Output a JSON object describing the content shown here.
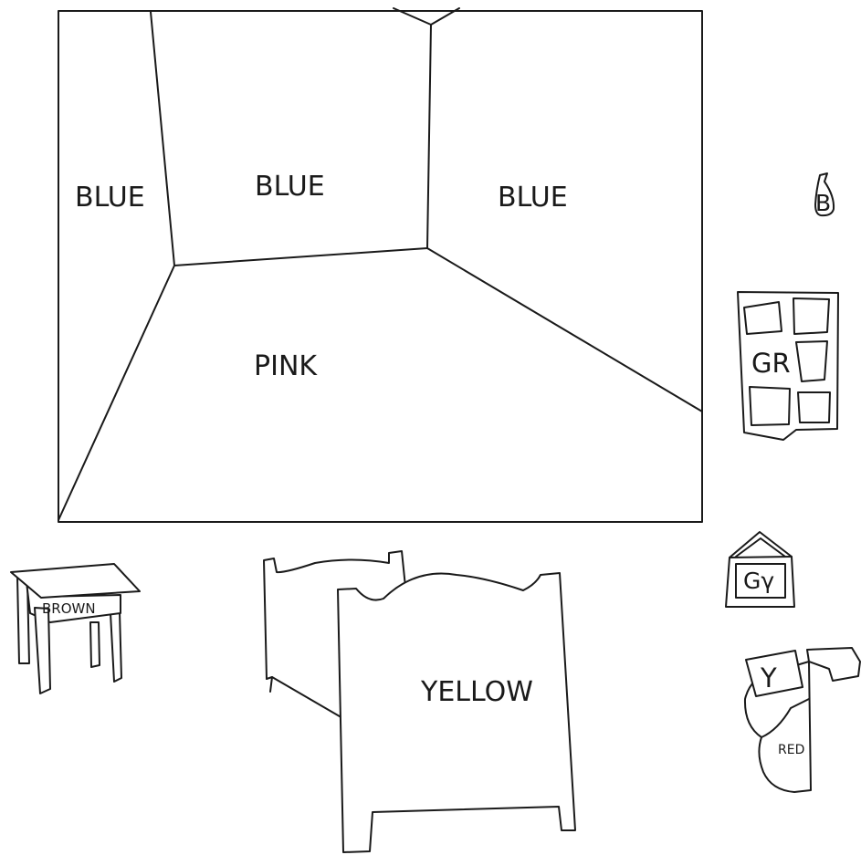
{
  "labels": {
    "left_wall": "BLUE",
    "back_wall": "BLUE",
    "right_wall": "BLUE",
    "floor": "PINK",
    "table": "BROWN",
    "bed": "YELLOW",
    "small_item": "B",
    "window_frame": "GR",
    "house_item": "Gγ",
    "top_box": "Y",
    "red_item": "RED"
  }
}
